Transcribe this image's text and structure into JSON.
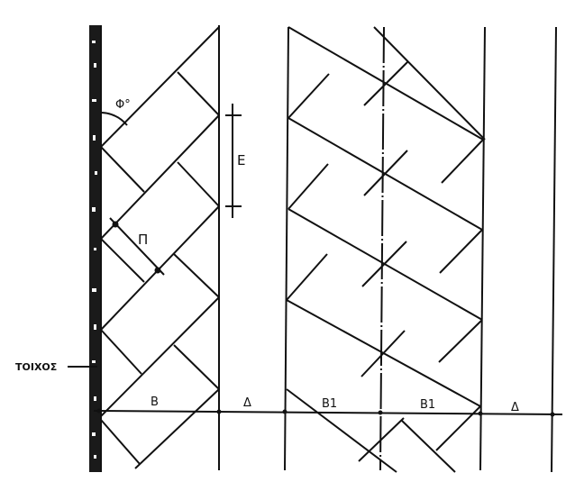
{
  "diagram": {
    "title": "",
    "labels": {
      "angle": "Φ°",
      "spacing": "E",
      "board_width": "Π",
      "wall": "ΤΟΙΧΟΣ",
      "width_b": "B",
      "gap_left": "Δ",
      "width_b1_a": "B1",
      "width_b1_b": "B1",
      "gap_right": "Δ"
    },
    "colors": {
      "line": "#111111",
      "background": "#ffffff"
    }
  }
}
